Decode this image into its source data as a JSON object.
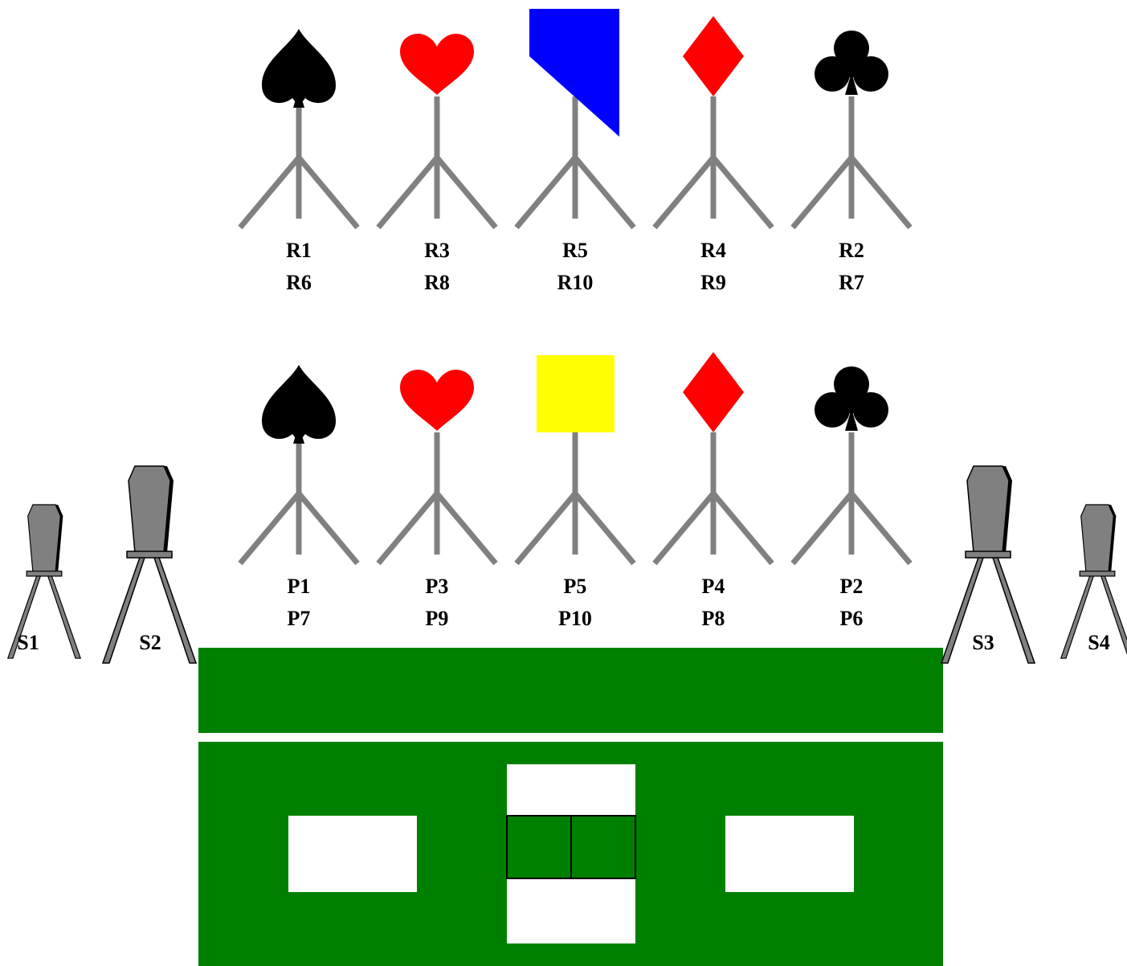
{
  "colors": {
    "background": "#ffffff",
    "field_green": "#008000",
    "field_line": "#ffffff",
    "box_fill": "#ffffff",
    "stand_gray": "#808080",
    "suit_black": "#000000",
    "suit_red": "#ff0000",
    "flag_blue": "#0000ff",
    "flag_yellow": "#ffff00",
    "speaker_body": "#808080",
    "speaker_dark": "#000000"
  },
  "rear_row": [
    {
      "symbol": "spade-icon",
      "color": "#000000",
      "top_label": "R1",
      "bottom_label": "R6"
    },
    {
      "symbol": "heart-icon",
      "color": "#ff0000",
      "top_label": "R3",
      "bottom_label": "R8"
    },
    {
      "symbol": "pennant-flag-icon",
      "color": "#0000ff",
      "top_label": "R5",
      "bottom_label": "R10"
    },
    {
      "symbol": "diamond-icon",
      "color": "#ff0000",
      "top_label": "R4",
      "bottom_label": "R9"
    },
    {
      "symbol": "club-icon",
      "color": "#000000",
      "top_label": "R2",
      "bottom_label": "R7"
    }
  ],
  "front_row": [
    {
      "symbol": "spade-icon",
      "color": "#000000",
      "top_label": "P1",
      "bottom_label": "P7"
    },
    {
      "symbol": "heart-icon",
      "color": "#ff0000",
      "top_label": "P3",
      "bottom_label": "P9"
    },
    {
      "symbol": "square-flag-icon",
      "color": "#ffff00",
      "top_label": "P5",
      "bottom_label": "P10"
    },
    {
      "symbol": "diamond-icon",
      "color": "#ff0000",
      "top_label": "P4",
      "bottom_label": "P8"
    },
    {
      "symbol": "club-icon",
      "color": "#000000",
      "top_label": "P2",
      "bottom_label": "P6"
    }
  ],
  "speakers": [
    {
      "label": "S1",
      "size": "small"
    },
    {
      "label": "S2",
      "size": "large"
    },
    {
      "label": "S3",
      "size": "large"
    },
    {
      "label": "S4",
      "size": "small"
    }
  ]
}
